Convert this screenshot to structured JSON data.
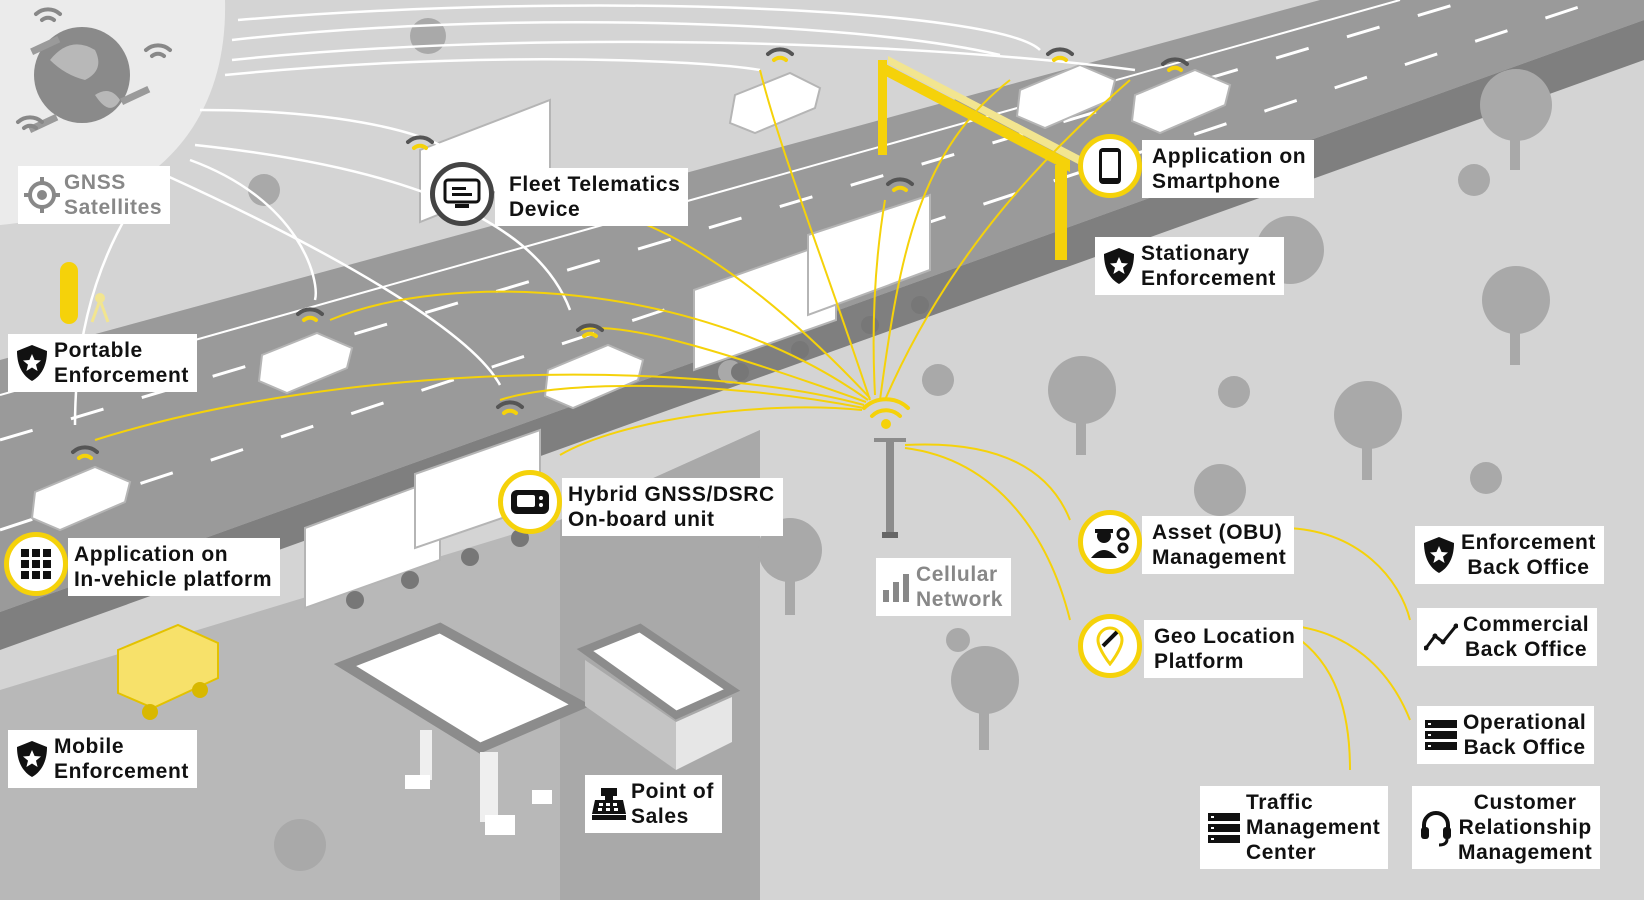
{
  "colors": {
    "accent": "#f5d20a",
    "road": "#9a9a9a",
    "lane": "#ffffff",
    "ground": "#d4d4d4",
    "tree": "#a9a9a9",
    "label_bg": "#ffffff",
    "text": "#111111",
    "muted_text": "#888888"
  },
  "labels": {
    "gnss": [
      "GNSS",
      "Satellites"
    ],
    "fleet_telematics": [
      "Fleet Telematics",
      "Device"
    ],
    "app_smartphone": [
      "Application on",
      "Smartphone"
    ],
    "stationary_enforcement": [
      "Stationary",
      "Enforcement"
    ],
    "portable_enforcement": [
      "Portable",
      "Enforcement"
    ],
    "app_in_vehicle": [
      "Application on",
      "In-vehicle platform"
    ],
    "hybrid_obu": [
      "Hybrid GNSS/DSRC",
      "On-board unit"
    ],
    "cellular_network": [
      "Cellular",
      "Network"
    ],
    "asset_management": [
      "Asset (OBU)",
      "Management"
    ],
    "geo_location": [
      "Geo Location",
      "Platform"
    ],
    "enforcement_back_office": [
      "Enforcement",
      "Back Office"
    ],
    "commercial_back_office": [
      "Commercial",
      "Back Office"
    ],
    "operational_back_office": [
      "Operational",
      "Back Office"
    ],
    "traffic_management": [
      "Traffic",
      "Management",
      "Center"
    ],
    "crm": [
      "Customer",
      "Relationship",
      "Management"
    ],
    "mobile_enforcement": [
      "Mobile",
      "Enforcement"
    ],
    "point_of_sales": [
      "Point of",
      "Sales"
    ]
  },
  "icons": {
    "gnss": "crosshair-icon",
    "fleet_telematics": "monitor-icon",
    "app_smartphone": "smartphone-icon",
    "enforcement": "shield-star-icon",
    "app_in_vehicle": "app-grid-icon",
    "hybrid_obu": "obu-device-icon",
    "cellular_network": "signal-bars-icon",
    "asset_management": "worker-gears-icon",
    "geo_location": "map-pin-icon",
    "commercial_back_office": "trend-chart-icon",
    "operational_back_office": "server-icon",
    "traffic_management": "server-icon",
    "crm": "headset-icon",
    "point_of_sales": "cash-register-icon"
  }
}
